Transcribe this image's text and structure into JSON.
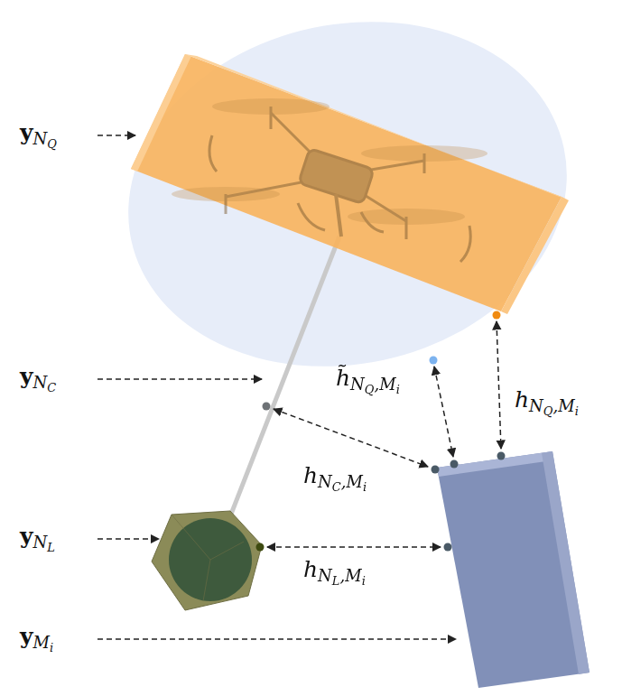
{
  "diagram": {
    "labels": [
      "yNQ",
      "yNC",
      "h̃NQ,Mi",
      "hNQ,Mi",
      "hNC,Mi",
      "yNL",
      "hNL,Mi",
      "yMi"
    ]
  }
}
